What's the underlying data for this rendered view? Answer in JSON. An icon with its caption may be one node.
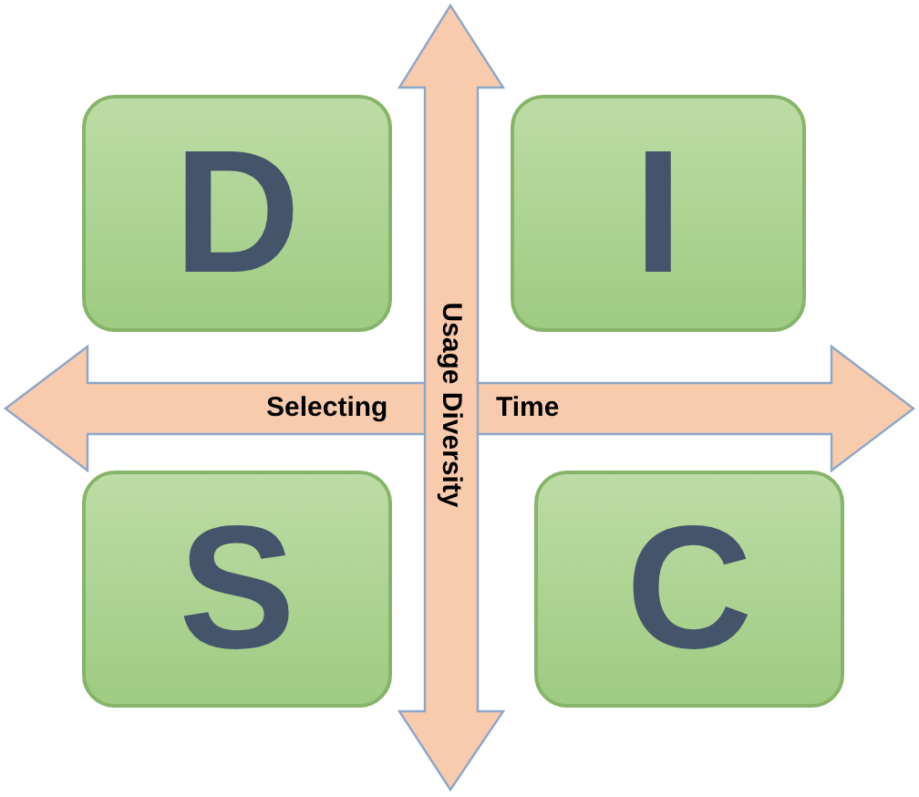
{
  "diagram": {
    "nodes": [
      {
        "text": [
          "D"
        ]
      },
      {
        "text": [
          "I"
        ]
      },
      {
        "text": [
          "S"
        ]
      },
      {
        "text": [
          "C"
        ]
      }
    ],
    "labels": [
      "Selecting",
      "Time",
      "Usage Diversity"
    ]
  }
}
